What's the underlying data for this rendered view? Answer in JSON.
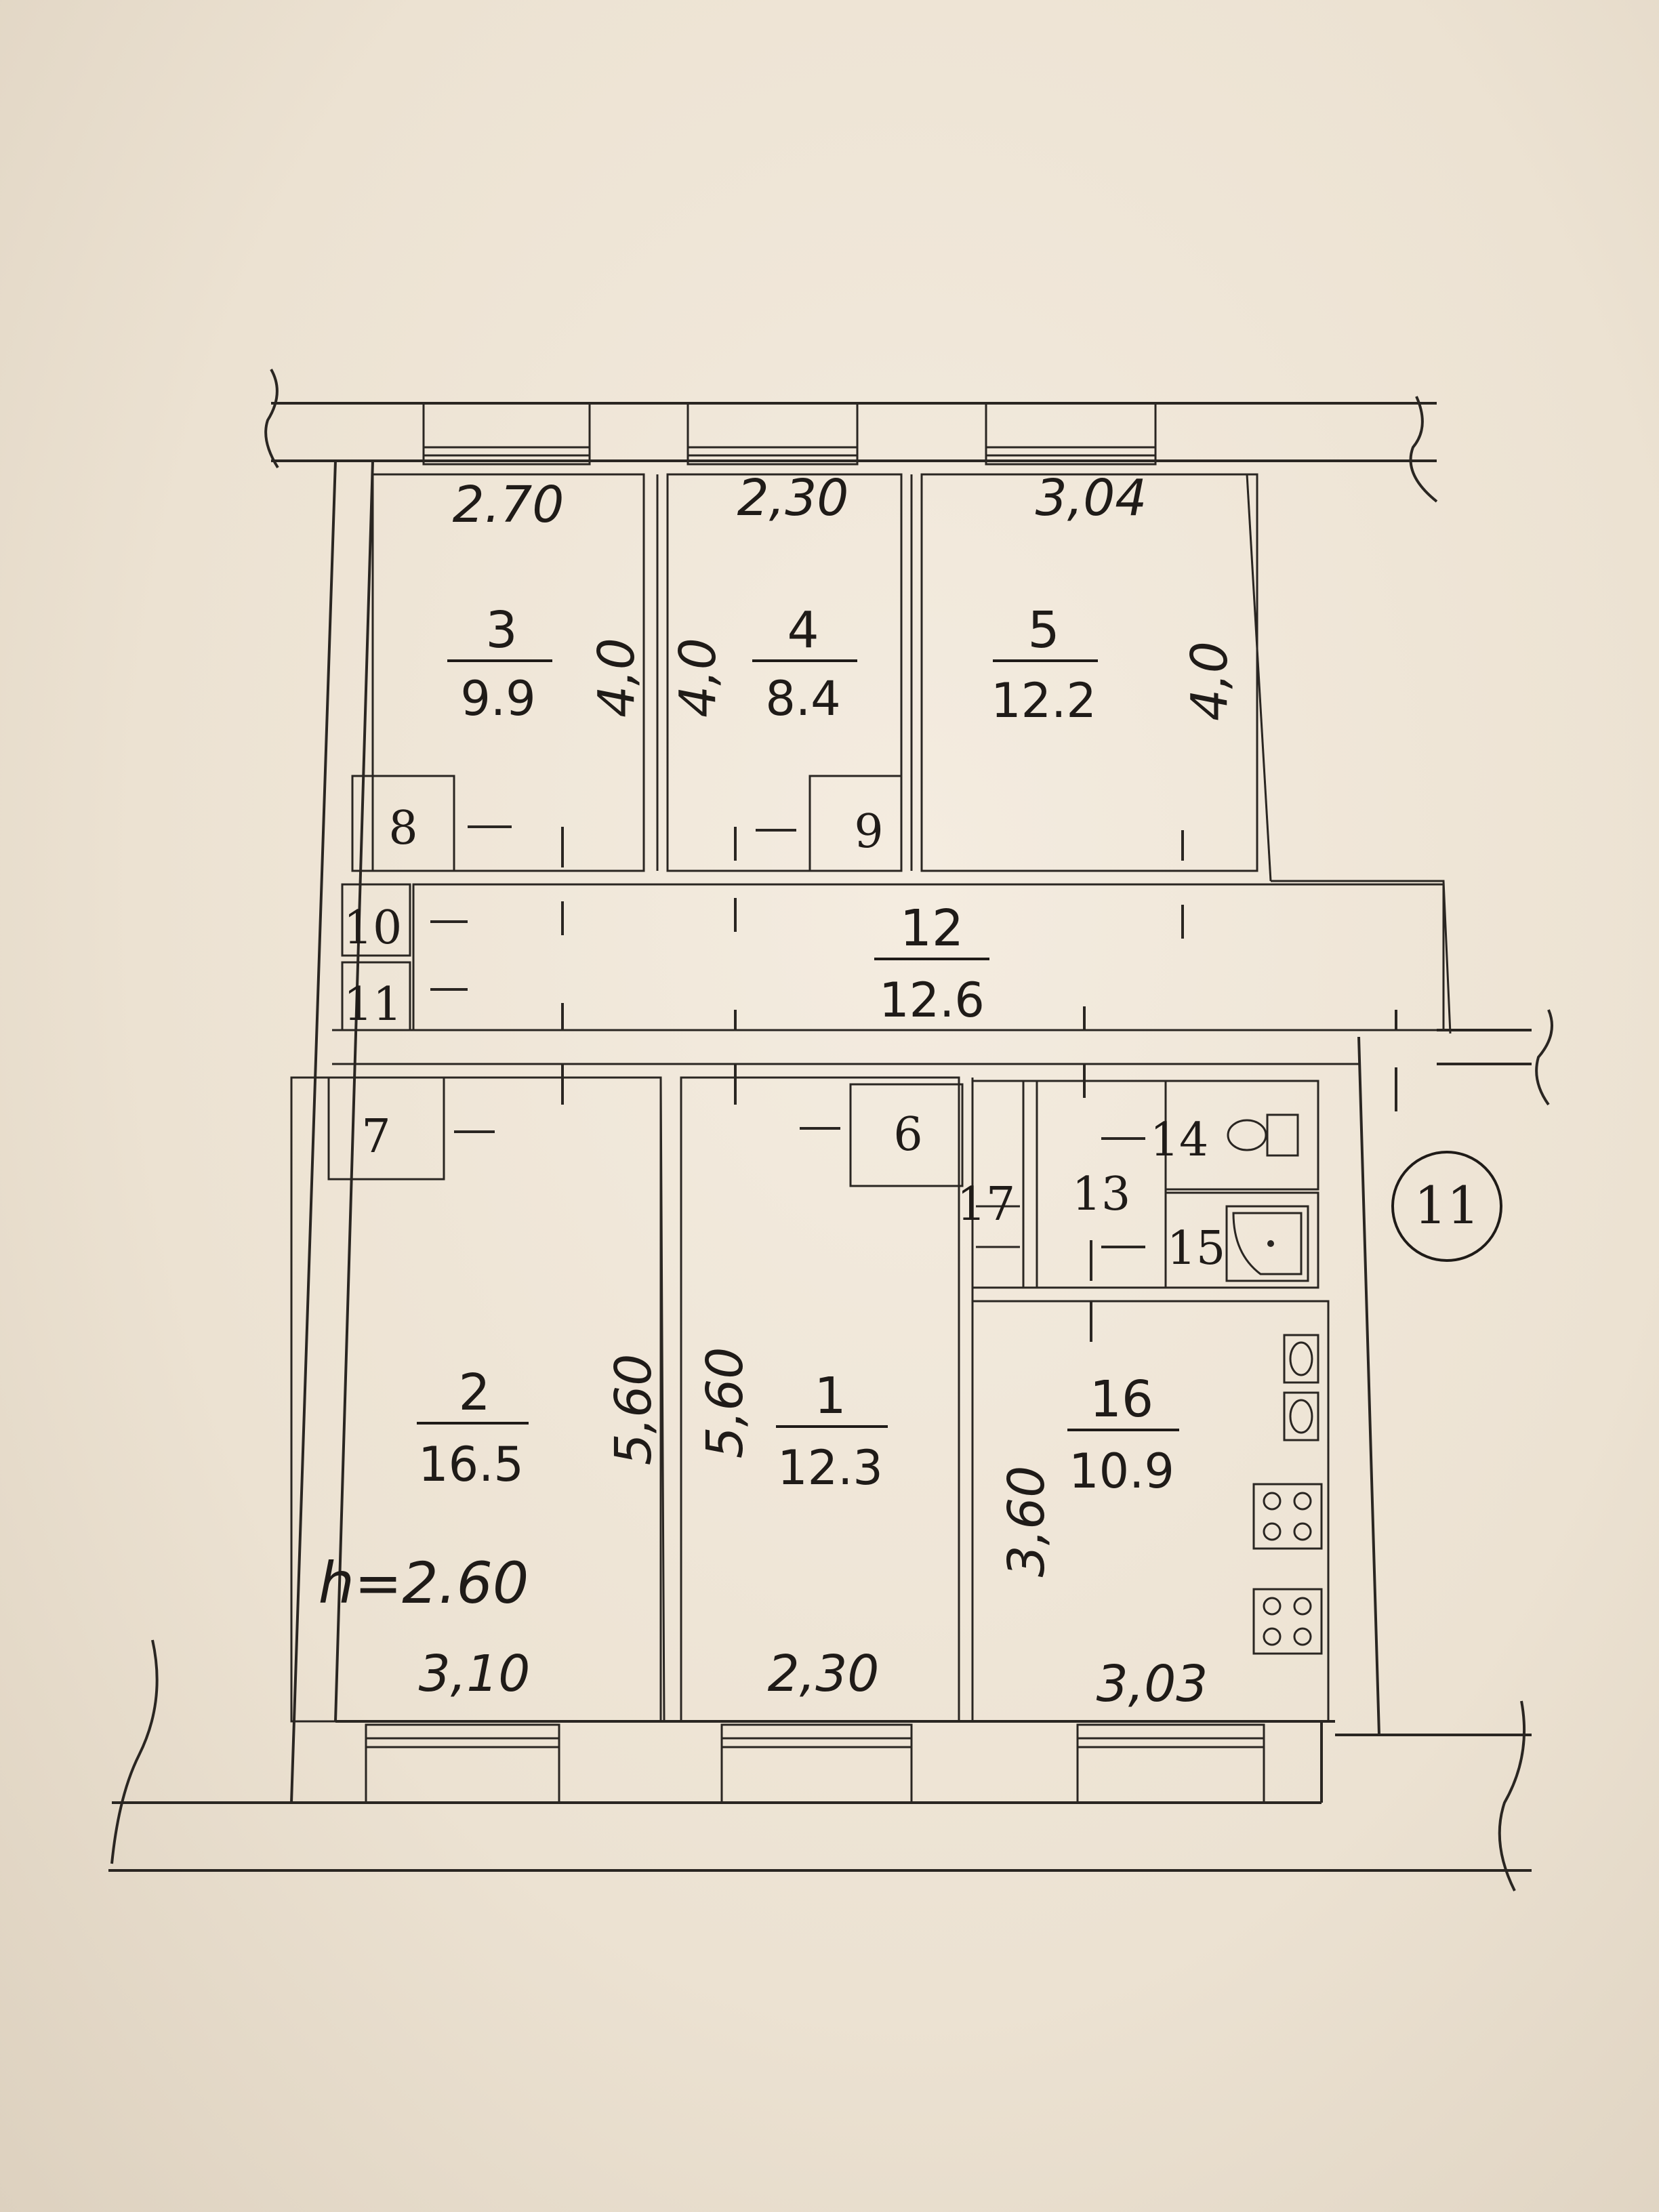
{
  "rooms": [
    {
      "id": "3",
      "area": "9.9"
    },
    {
      "id": "4",
      "area": "8.4"
    },
    {
      "id": "5",
      "area": "12.2"
    },
    {
      "id": "12",
      "area": "12.6"
    },
    {
      "id": "2",
      "area": "16.5"
    },
    {
      "id": "1",
      "area": "12.3"
    },
    {
      "id": "16",
      "area": "10.9"
    }
  ],
  "small_rooms": [
    "8",
    "9",
    "10",
    "11",
    "7",
    "6",
    "17",
    "13",
    "14",
    "15"
  ],
  "dimensions": {
    "room3_width": "2.70",
    "room4_width": "2,30",
    "room5_width": "3,04",
    "room3_depth": "4,0",
    "room4_depth": "4,0",
    "room5_depth": "4,0",
    "room2_depth": "5,60",
    "room1_depth": "5,60",
    "room16_depth": "3,60",
    "room2_width": "3,10",
    "room1_width": "2,30",
    "room16_width": "3,03",
    "ceiling_height": "h=2.60"
  },
  "apartment_number": "11"
}
